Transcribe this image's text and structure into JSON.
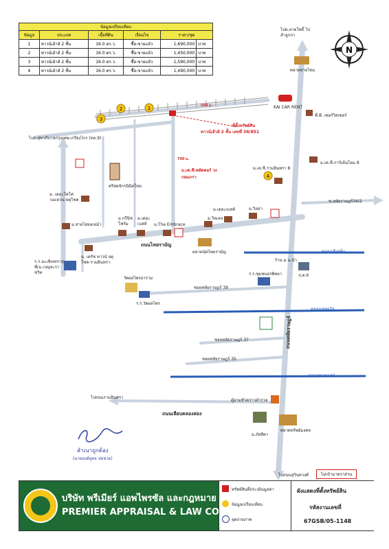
{
  "comparison_table": {
    "title": "ข้อมูลเปรียบเทียบ",
    "headers": [
      "ข้อมูล",
      "ประเภท",
      "เนื้อที่ดิน",
      "เงื่อนไข",
      "ราคา/ชุด"
    ],
    "rows": [
      {
        "no": "1",
        "type": "ทาวน์เฮ้าส์ 2 ชั้น",
        "area": "16.0 ตร.ว.",
        "condition": "ซื้อ-ขายแล้ว",
        "price": "1,690,000",
        "unit": "บาท"
      },
      {
        "no": "2",
        "type": "ทาวน์เฮ้าส์ 2 ชั้น",
        "area": "16.0 ตร.ว.",
        "condition": "ซื้อ-ขายแล้ว",
        "price": "1,450,000",
        "unit": "บาท"
      },
      {
        "no": "3",
        "type": "ทาวน์เฮ้าส์ 2 ชั้น",
        "area": "16.0 ตร.ว.",
        "condition": "ซื้อ-ขายแล้ว",
        "price": "1,590,000",
        "unit": "บาท"
      },
      {
        "no": "4",
        "type": "ทาวน์เฮ้าส์ 2 ชั้น",
        "area": "16.0 ตร.ว.",
        "condition": "ซื้อ-ขายแล้ว",
        "price": "1,490,000",
        "unit": "บาท"
      }
    ]
  },
  "map": {
    "north": "N",
    "labels": {
      "to_lamlukka": "ไปต.ลาดโพธิ์ ไปลำลูกกา",
      "market_saiwai": "ตลาดสายไหม",
      "kai_car_rent": "KAI CAR RENT",
      "pp_center": "พี.พี. เซอร์วิสเซอร์",
      "subject_line1": "ที่ตั้งทรัพย์สิน",
      "subject_line2": "ทาวน์เฮ้าส์ 2 ชั้น เลขที่ 38/851",
      "dist_500": "500 ม.",
      "dist_700": "700 ม.",
      "to_cheng": "ไปถ.สุขาภิบาลกรุงเทพ-เกรียงไกร (ทล.9)",
      "moo_swd": "ม.เค.ซี.พลัดคอร์ วงกลมภรา",
      "moo_kc_ramintra8": "ม.เค.ซี.รามอินทรา 8",
      "moo_kc_garden": "ม.เค.ซี.การ์เด้นโฮม 8",
      "church": "คริสตจักรนิมิตใหม่",
      "moo_door": "ม. เดอะโคโค่ วงแหวน-จตุโชค",
      "moo_sai": "ม.สายไสยลเหม้า",
      "moo_greenery": "ม.กรีนิช โฟร์ม",
      "moo_greenspace": "ม.เดอะ เบสท์",
      "moo_embrace": "ม.The Embrace",
      "moo_dekbest": "ม.เดอะเบสท์",
      "moo_villa": "ม.วิลล่า",
      "moo_tilmar": "ม.วิลเลจ",
      "soi34_2": "ซ.ทหัยราษฎร์34/2",
      "moo_town": "ม. เดรัช ทาวน์ จตุโชค-รามอินทรา",
      "road_main": "ถนนไทยรามัญ",
      "market_thairam": "ตลาดนัดไทยรามัญ",
      "rr_hospital": "ร.ร.ฉะเชิงเทราสุพีเน เบญจะราชวิท",
      "temple": "วัดผลไพรอาราม",
      "school": "ร.ร.วัดผลไพร",
      "soi39": "ซอยทหัยราษฎร์ 39",
      "soi37": "ซอยทหัยราษฎร์ 37",
      "soi35": "ซอยทหัยราษฎร์ 35",
      "rr_sukcha": "ร.ร.ชุมชนอรพิทยา",
      "shop": "ร้าน ม น.นำ",
      "pol": "ป.ต.6",
      "khlong1": "คลองเชิงหยิ่ง",
      "khlong2": "คลองเทพจรัส",
      "khlong3": "คลองสองพาสน์",
      "highway": "ถนนทหัยราษฎร์",
      "police_box": "ตู้ยามชั่วคราวตำรวจ",
      "market_right": "ตลาดทรัพย์มงคล",
      "temple2": "ม.ภัสสิดา",
      "to_ramintra": "ไปถนนรามอินทรา",
      "khlong_song_rd": "ถนนเลียบคลองสอง",
      "to_minburi": "ไปถนนสุวินทวงศ์",
      "no_scale": "ไม่เข้ามาตราส่วน",
      "marker_1": "1",
      "marker_2": "2",
      "marker_3": "3",
      "marker_4": "4"
    },
    "signature_name": "ลำเนาถูกต้อง",
    "signer": "(นายยงค์ยุทธ ห่อช่วย)"
  },
  "footer": {
    "company_th": "บริษัท พรีเมียร์ แอพไพรซัล และกฎหมาย จำกัด",
    "company_en": "PREMIER APPRAISAL & LAW CO.,LTD.",
    "legend_subject": "ทรัพย์สินที่ประเมินมูลค่า",
    "legend_compare": "ข้อมูลเปรียบเทียบ",
    "legend_photo": "จุดถ่ายภาพ",
    "title": "ผังแสดงที่ตั้งทรัพย์สิน",
    "code_label": "รหัสงานเลขที่",
    "code": "67GSB/05-1148"
  },
  "colors": {
    "khlong": "#2a5cb7",
    "road": "#c9d3df",
    "subject": "#d21f1f",
    "compare": "#f5c518",
    "footer_green": "#1e6b34"
  }
}
